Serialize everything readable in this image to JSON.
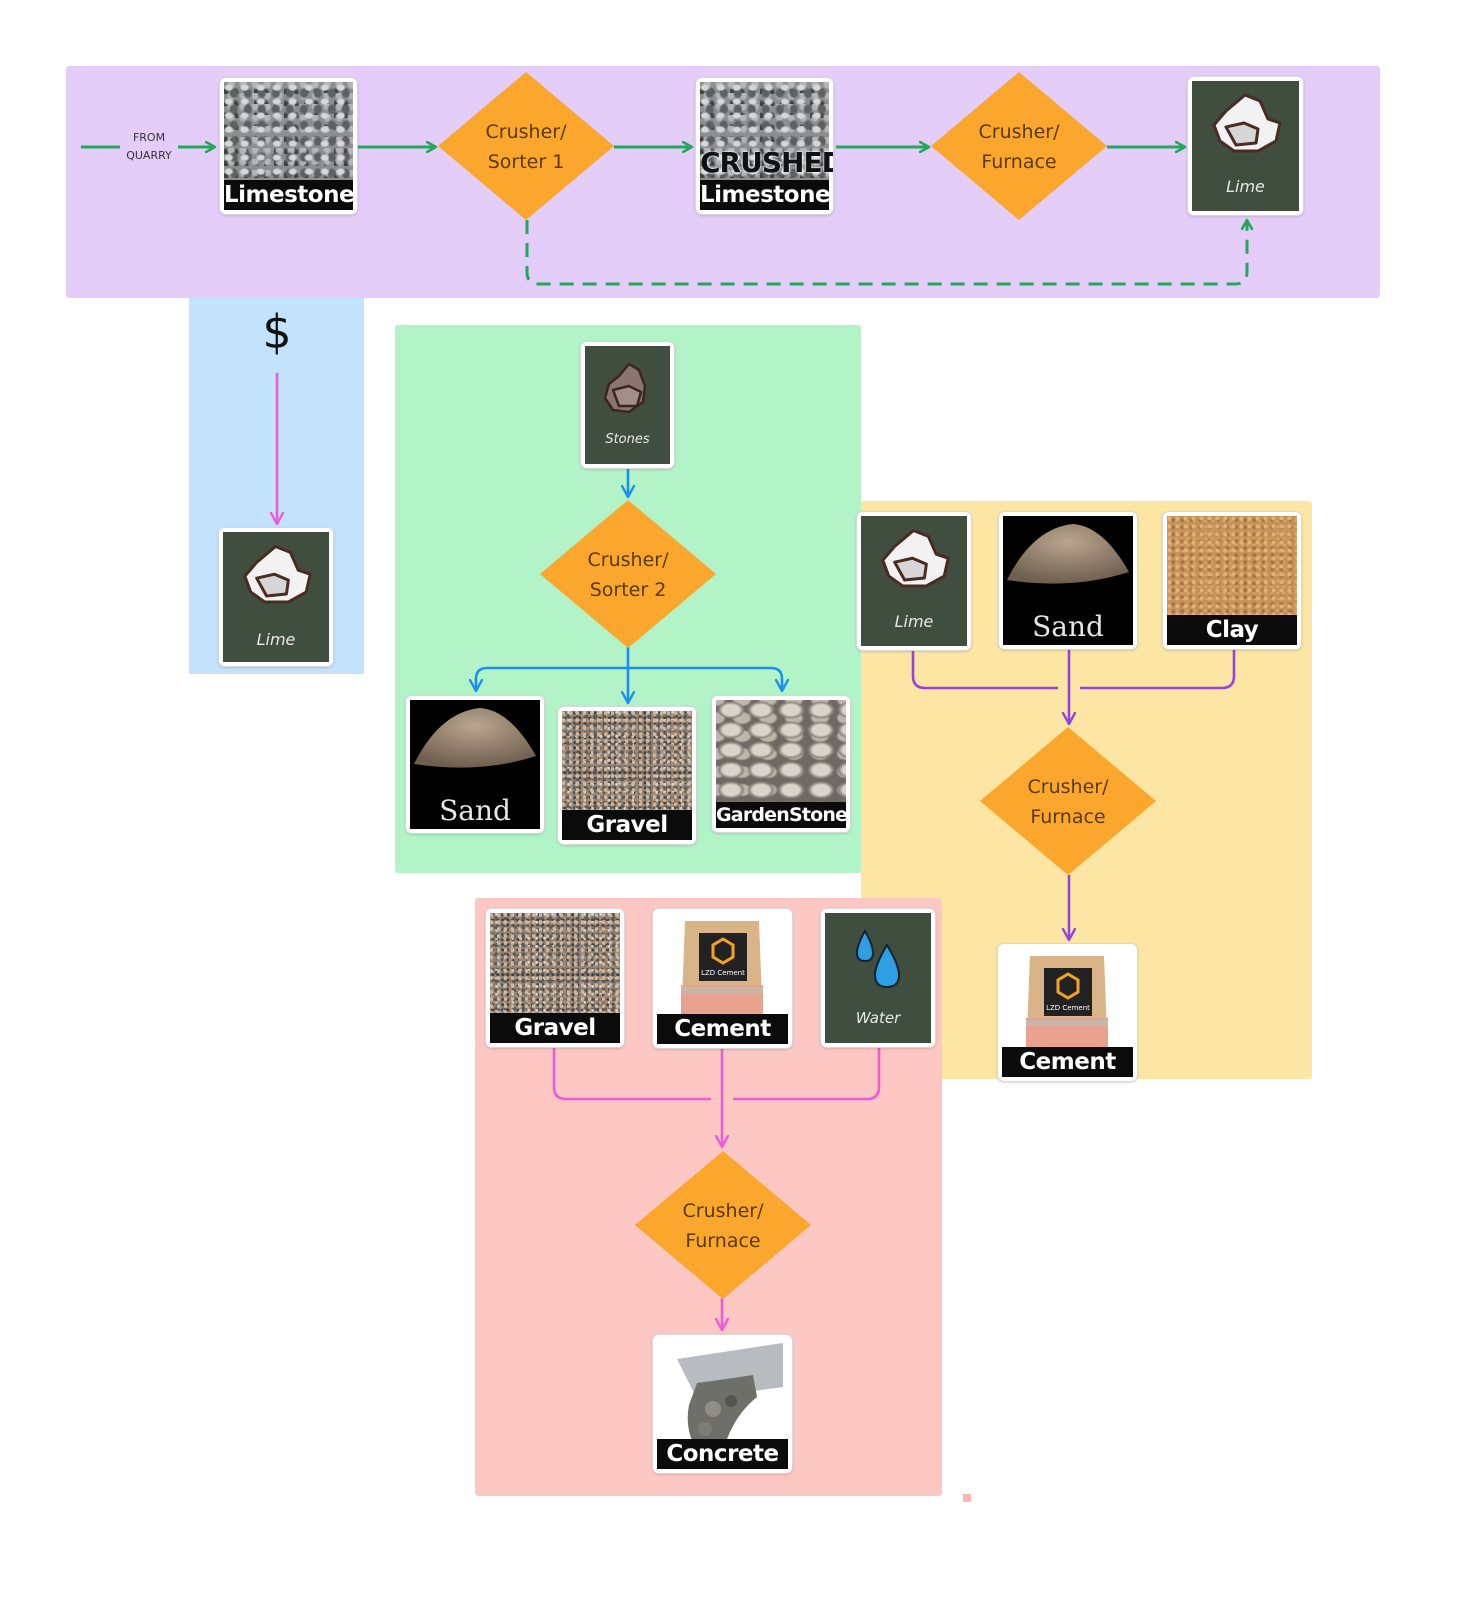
{
  "process_1": {
    "source_label_line1": "FROM",
    "source_label_line2": "QUARRY",
    "input_card": {
      "caption": "Limestone",
      "image": "limestone-texture"
    },
    "machine_line1": "Crusher/",
    "machine_line2": "Sorter 1",
    "intermediate_card": {
      "overlay": "CRUSHED",
      "caption": "Limestone",
      "image": "crushed-limestone-texture"
    },
    "machine2_line1": "Crusher/",
    "machine2_line2": "Furnace",
    "output_card": {
      "label": "Lime",
      "image": "lime-rock-icon"
    }
  },
  "purchase": {
    "currency_symbol": "$",
    "output_card": {
      "label": "Lime",
      "image": "lime-rock-icon"
    }
  },
  "process_2": {
    "input_card": {
      "label": "Stones",
      "image": "stones-icon"
    },
    "machine_line1": "Crusher/",
    "machine_line2": "Sorter 2",
    "outputs": [
      {
        "caption": "Sand",
        "image": "sand-pile"
      },
      {
        "caption": "Gravel",
        "image": "gravel-texture"
      },
      {
        "caption": "GardenStone",
        "image": "pebbles"
      }
    ]
  },
  "process_3": {
    "inputs": [
      {
        "label": "Lime",
        "image": "lime-rock-icon"
      },
      {
        "caption": "Sand",
        "image": "sand-pile"
      },
      {
        "caption": "Clay",
        "image": "clay-texture"
      }
    ],
    "machine_line1": "Crusher/",
    "machine_line2": "Furnace",
    "output_card": {
      "caption": "Cement",
      "bag_brand": "LZD Cement",
      "image": "cement-bag"
    }
  },
  "process_4": {
    "inputs": [
      {
        "caption": "Gravel",
        "image": "gravel-texture"
      },
      {
        "caption": "Cement",
        "bag_brand": "LZD Cement",
        "image": "cement-bag"
      },
      {
        "label": "Water",
        "image": "water-drops-icon"
      }
    ],
    "machine_line1": "Crusher/",
    "machine_line2": "Furnace",
    "output_card": {
      "caption": "Concrete",
      "image": "concrete-pour"
    }
  },
  "colors": {
    "region_process_1": "#e4cdf8",
    "region_purchase": "#c3e2fb",
    "region_process_2": "#b2f3c8",
    "region_process_3": "#fde6a4",
    "region_process_4": "#fdc7c4",
    "machine": "#fba62c",
    "arrow_green": "#21a85a",
    "arrow_pink": "#ef5ad9",
    "arrow_blue": "#1d8ff0",
    "arrow_purple": "#9543dd",
    "item_tile": "#3f4e3e"
  }
}
